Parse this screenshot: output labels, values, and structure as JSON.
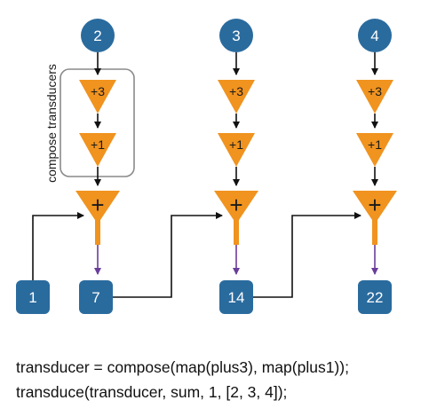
{
  "inputs": [
    "2",
    "3",
    "4"
  ],
  "steps": [
    "+3",
    "+1"
  ],
  "reducer_symbol": "+",
  "initial": "1",
  "accumulators": [
    "7",
    "14",
    "22"
  ],
  "group_label": "compose transducers",
  "code": [
    "transducer = compose(map(plus3), map(plus1));",
    "transduce(transducer, sum, 1, [2, 3, 4]);"
  ],
  "colors": {
    "node_blue": "#2a6b9e",
    "triangle_orange": "#f0931f",
    "arrow_black": "#111111",
    "arrow_purple": "#6a3d9a",
    "group_border": "#8a8a8a"
  }
}
